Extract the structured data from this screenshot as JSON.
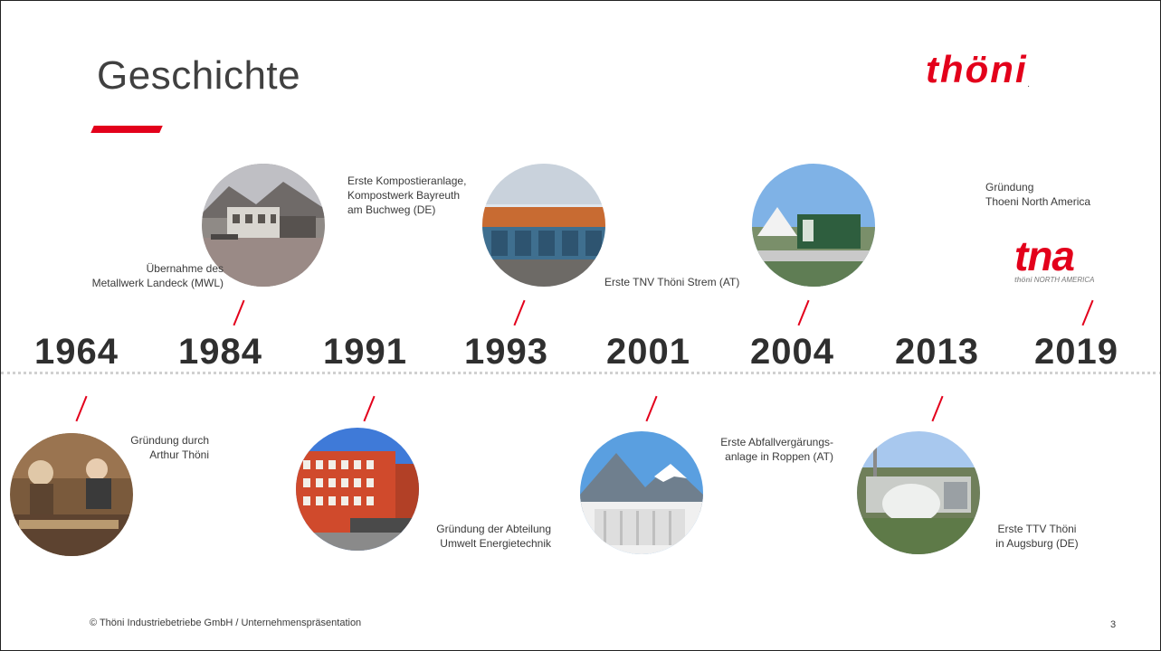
{
  "title": "Geschichte",
  "brand": {
    "logo_text": "thöni",
    "logo_mark": ".",
    "accent": "#e3001b"
  },
  "years": [
    "1964",
    "1984",
    "1991",
    "1993",
    "2001",
    "2004",
    "2013",
    "2019"
  ],
  "captions": {
    "c1964": "Gründung durch\nArthur Thöni",
    "c1984": "Übernahme des\nMetallwerk Landeck (MWL)",
    "c1991": "Gründung der Abteilung\nUmwelt Energietechnik",
    "c1993": "Erste Kompostieranlage,\nKompostwerk Bayreuth\nam Buchweg (DE)",
    "c2001": "Erste Abfallvergärungs-\nanlage in Roppen (AT)",
    "c2004": "Erste TNV Thöni Strem (AT)",
    "c2013": "Erste TTV Thöni\nin Augsburg (DE)",
    "c2019": "Gründung\nThoeni North America"
  },
  "tna_logo": {
    "mark": "tna",
    "brand": "thöni",
    "text": "NORTH AMERICA"
  },
  "icons": {
    "photo1964": "workshop-photo",
    "photo1984": "factory-photo",
    "photo1991": "office-building-photo",
    "photo1993": "composting-plant-photo",
    "photo2001": "mountain-plant-photo",
    "photo2004": "tent-plant-photo",
    "photo2013": "biogas-plant-photo"
  },
  "footer": "© Thöni Industriebetriebe GmbH / Unternehmenspräsentation",
  "page_number": "3"
}
